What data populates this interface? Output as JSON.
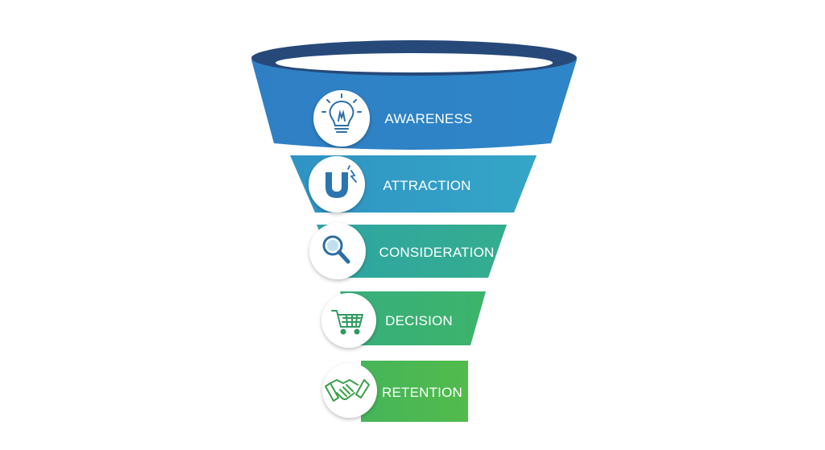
{
  "funnel": {
    "stages": [
      {
        "label": "AWARENESS",
        "icon": "lightbulb-icon",
        "color": "#2f7fc4"
      },
      {
        "label": "ATTRACTION",
        "icon": "magnet-icon",
        "color": "#2f98c3"
      },
      {
        "label": "CONSIDERATION",
        "icon": "magnifying-glass-icon",
        "color": "#2fa99c"
      },
      {
        "label": "DECISION",
        "icon": "shopping-cart-icon",
        "color": "#3ab277"
      },
      {
        "label": "RETENTION",
        "icon": "handshake-icon",
        "color": "#4cb84f"
      }
    ],
    "rim_color": "#26497a"
  }
}
